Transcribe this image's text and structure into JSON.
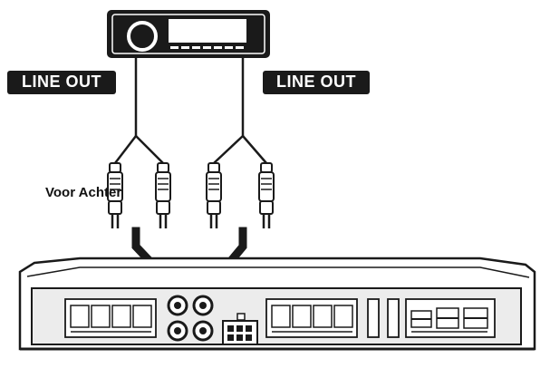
{
  "labels": {
    "line_out_left": "LINE OUT",
    "line_out_right": "LINE OUT",
    "front_rear": "Voor Achter"
  },
  "colors": {
    "ink": "#1a1a1a",
    "paper": "#ffffff",
    "device_body": "#e6e6e6"
  },
  "icons": {
    "head_unit": "car-radio-icon",
    "plug": "rca-plug-icon",
    "arrow": "arrow-down-icon",
    "jack": "rca-jack-icon"
  }
}
